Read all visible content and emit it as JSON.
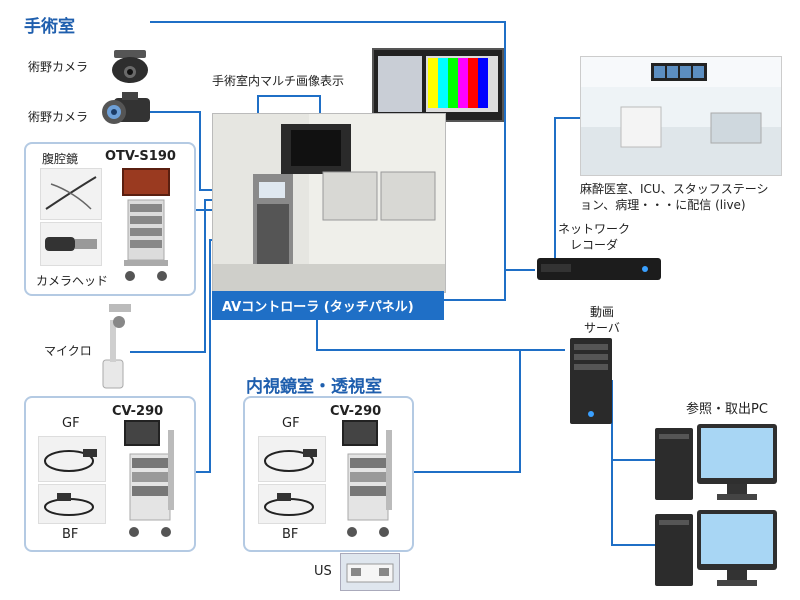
{
  "colors": {
    "line": "#1f6fc6",
    "box_border": "#b4cae3",
    "heading": "#1f5fae",
    "av_bar": "#1f6fc6"
  },
  "or": {
    "title": "手術室",
    "camera1": "術野カメラ",
    "camera2": "術野カメラ",
    "laparoscope": "腹腔鏡",
    "otv_model": "OTV-S190",
    "camera_head": "カメラヘッド",
    "micro": "マイクロ",
    "gf": "GF",
    "cv_model": "CV-290",
    "bf": "BF"
  },
  "av": {
    "multi_display": "手術室内マルチ画像表示",
    "controller": "AVコントローラ (タッチパネル)"
  },
  "endo": {
    "title": "内視鏡室・透視室",
    "gf": "GF",
    "cv_model": "CV-290",
    "bf": "BF",
    "us": "US"
  },
  "network": {
    "distribution": "麻酔医室、ICU、スタッフステーション、病理・・・に配信 (live)",
    "recorder": "ネットワーク\nレコーダ",
    "server": "動画\nサーバ",
    "pc": "参照・取出PC"
  }
}
